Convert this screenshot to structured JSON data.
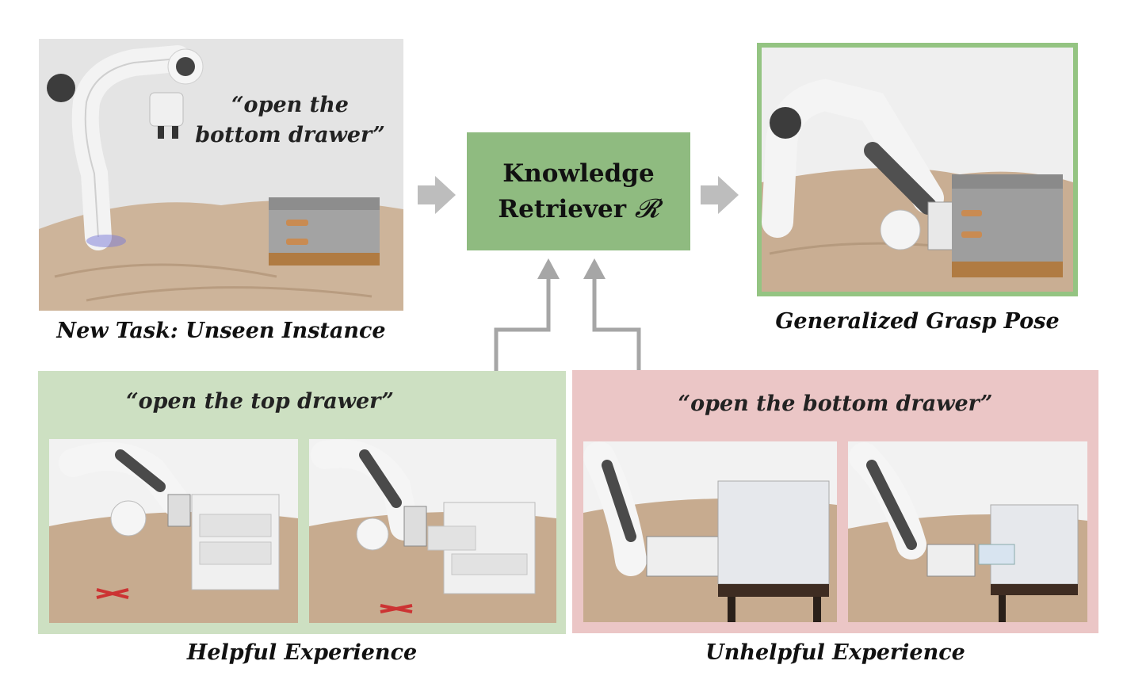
{
  "new_task": {
    "instruction": "“open the bottom drawer”",
    "instruction_line1": "“open the",
    "instruction_line2": "bottom drawer”",
    "caption": "New Task: Unseen Instance"
  },
  "retriever": {
    "line1": "Knowledge",
    "line2": "Retriever",
    "symbol": "𝓡"
  },
  "result": {
    "caption": "Generalized Grasp Pose"
  },
  "helpful": {
    "instruction": "“open the top drawer”",
    "caption": "Helpful Experience"
  },
  "unhelpful": {
    "instruction": "“open the bottom drawer”",
    "caption": "Unhelpful Experience"
  },
  "colors": {
    "retriever_fill": "#8fbb80",
    "helpful_bg": "#cde0c2",
    "unhelpful_bg": "#ebc6c6",
    "result_border": "#94c482",
    "arrow_gray": "#bdbdbd",
    "connector_gray": "#a6a6a6"
  }
}
